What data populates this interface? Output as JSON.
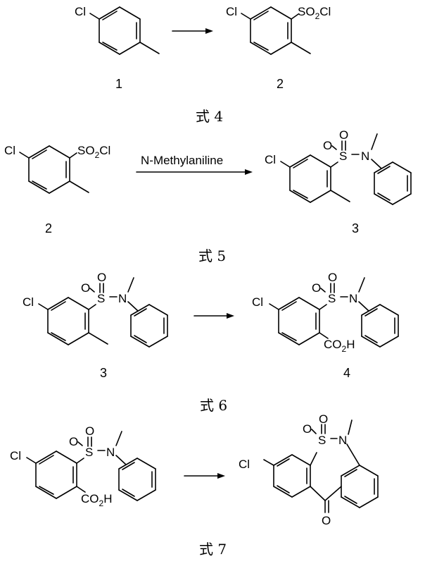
{
  "equations": [
    {
      "caption": "式 4",
      "reactant": {
        "number": "1",
        "atoms": {
          "cl": "Cl"
        }
      },
      "product": {
        "number": "2",
        "atoms": {
          "cl": "Cl",
          "so2cl_a": "SO",
          "so2cl_sub": "2",
          "so2cl_b": "Cl"
        }
      }
    },
    {
      "caption": "式 5",
      "reagent": "N-Methylaniline",
      "reactant": {
        "number": "2",
        "atoms": {
          "cl": "Cl",
          "so2cl_a": "SO",
          "so2cl_sub": "2",
          "so2cl_b": "Cl"
        }
      },
      "product": {
        "number": "3",
        "atoms": {
          "cl": "Cl",
          "s": "S",
          "o1": "O",
          "o2": "O",
          "n": "N"
        }
      }
    },
    {
      "caption": "式 6",
      "reactant": {
        "number": "3",
        "atoms": {
          "cl": "Cl",
          "s": "S",
          "o1": "O",
          "o2": "O",
          "n": "N"
        }
      },
      "product": {
        "number": "4",
        "atoms": {
          "cl": "Cl",
          "s": "S",
          "o1": "O",
          "o2": "O",
          "n": "N",
          "co2h_a": "CO",
          "co2h_sub": "2",
          "co2h_b": "H"
        }
      }
    },
    {
      "caption": "式 7",
      "reactant": {
        "atoms": {
          "cl": "Cl",
          "s": "S",
          "o1": "O",
          "o2": "O",
          "n": "N",
          "co2h_a": "CO",
          "co2h_sub": "2",
          "co2h_b": "H"
        }
      },
      "product": {
        "atoms": {
          "cl": "Cl",
          "s": "S",
          "o1": "O",
          "o2": "O",
          "n": "N",
          "o_keto": "O"
        }
      }
    }
  ]
}
